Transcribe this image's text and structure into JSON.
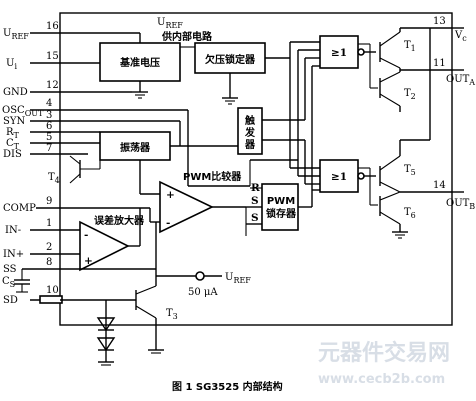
{
  "pins_left": [
    {
      "name": "U_REF",
      "num": "16"
    },
    {
      "name": "U_i",
      "num": "15"
    },
    {
      "name": "GND",
      "num": "12"
    },
    {
      "name": "OSC_OUT",
      "num": "4"
    },
    {
      "name": "SYN",
      "num": "3"
    },
    {
      "name": "R_T",
      "num": "6"
    },
    {
      "name": "C_T",
      "num": "5"
    },
    {
      "name": "DIS",
      "num": "7"
    },
    {
      "name": "COMP",
      "num": "9"
    },
    {
      "name": "IN-",
      "num": "1"
    },
    {
      "name": "IN+",
      "num": "2"
    },
    {
      "name": "SS",
      "num": "8"
    },
    {
      "name": "C_S",
      "num": ""
    },
    {
      "name": "SD",
      "num": "10"
    }
  ],
  "pins_right": [
    {
      "name": "V_C",
      "num": "13"
    },
    {
      "name": "OUT_A",
      "num": "11"
    },
    {
      "name": "OUT_B",
      "num": "14"
    }
  ],
  "blocks": {
    "ref": "基准电压",
    "uvlo": "欠压锁定器",
    "osc": "振荡器",
    "trigger": "触发器",
    "pwm_comp": "PWM比较器",
    "latch": "PWM锁存器",
    "err_amp": "误差放大器",
    "internal_supply": "供内部电路"
  },
  "labels": {
    "uref_top": "U_REF",
    "uref_src": "U_REF",
    "current_src": "50 μA",
    "or_gate": "≥1",
    "r": "R",
    "s1": "S",
    "s2": "S",
    "plus": "+",
    "minus": "-",
    "t1": "T_1",
    "t2": "T_2",
    "t3": "T_3",
    "t4": "T_4",
    "t5": "T_5",
    "t6": "T_6"
  },
  "caption": "图 1   SG3525 内部结构",
  "watermark": "元器件交易网",
  "watermark_url": "www.cecb2b.com"
}
